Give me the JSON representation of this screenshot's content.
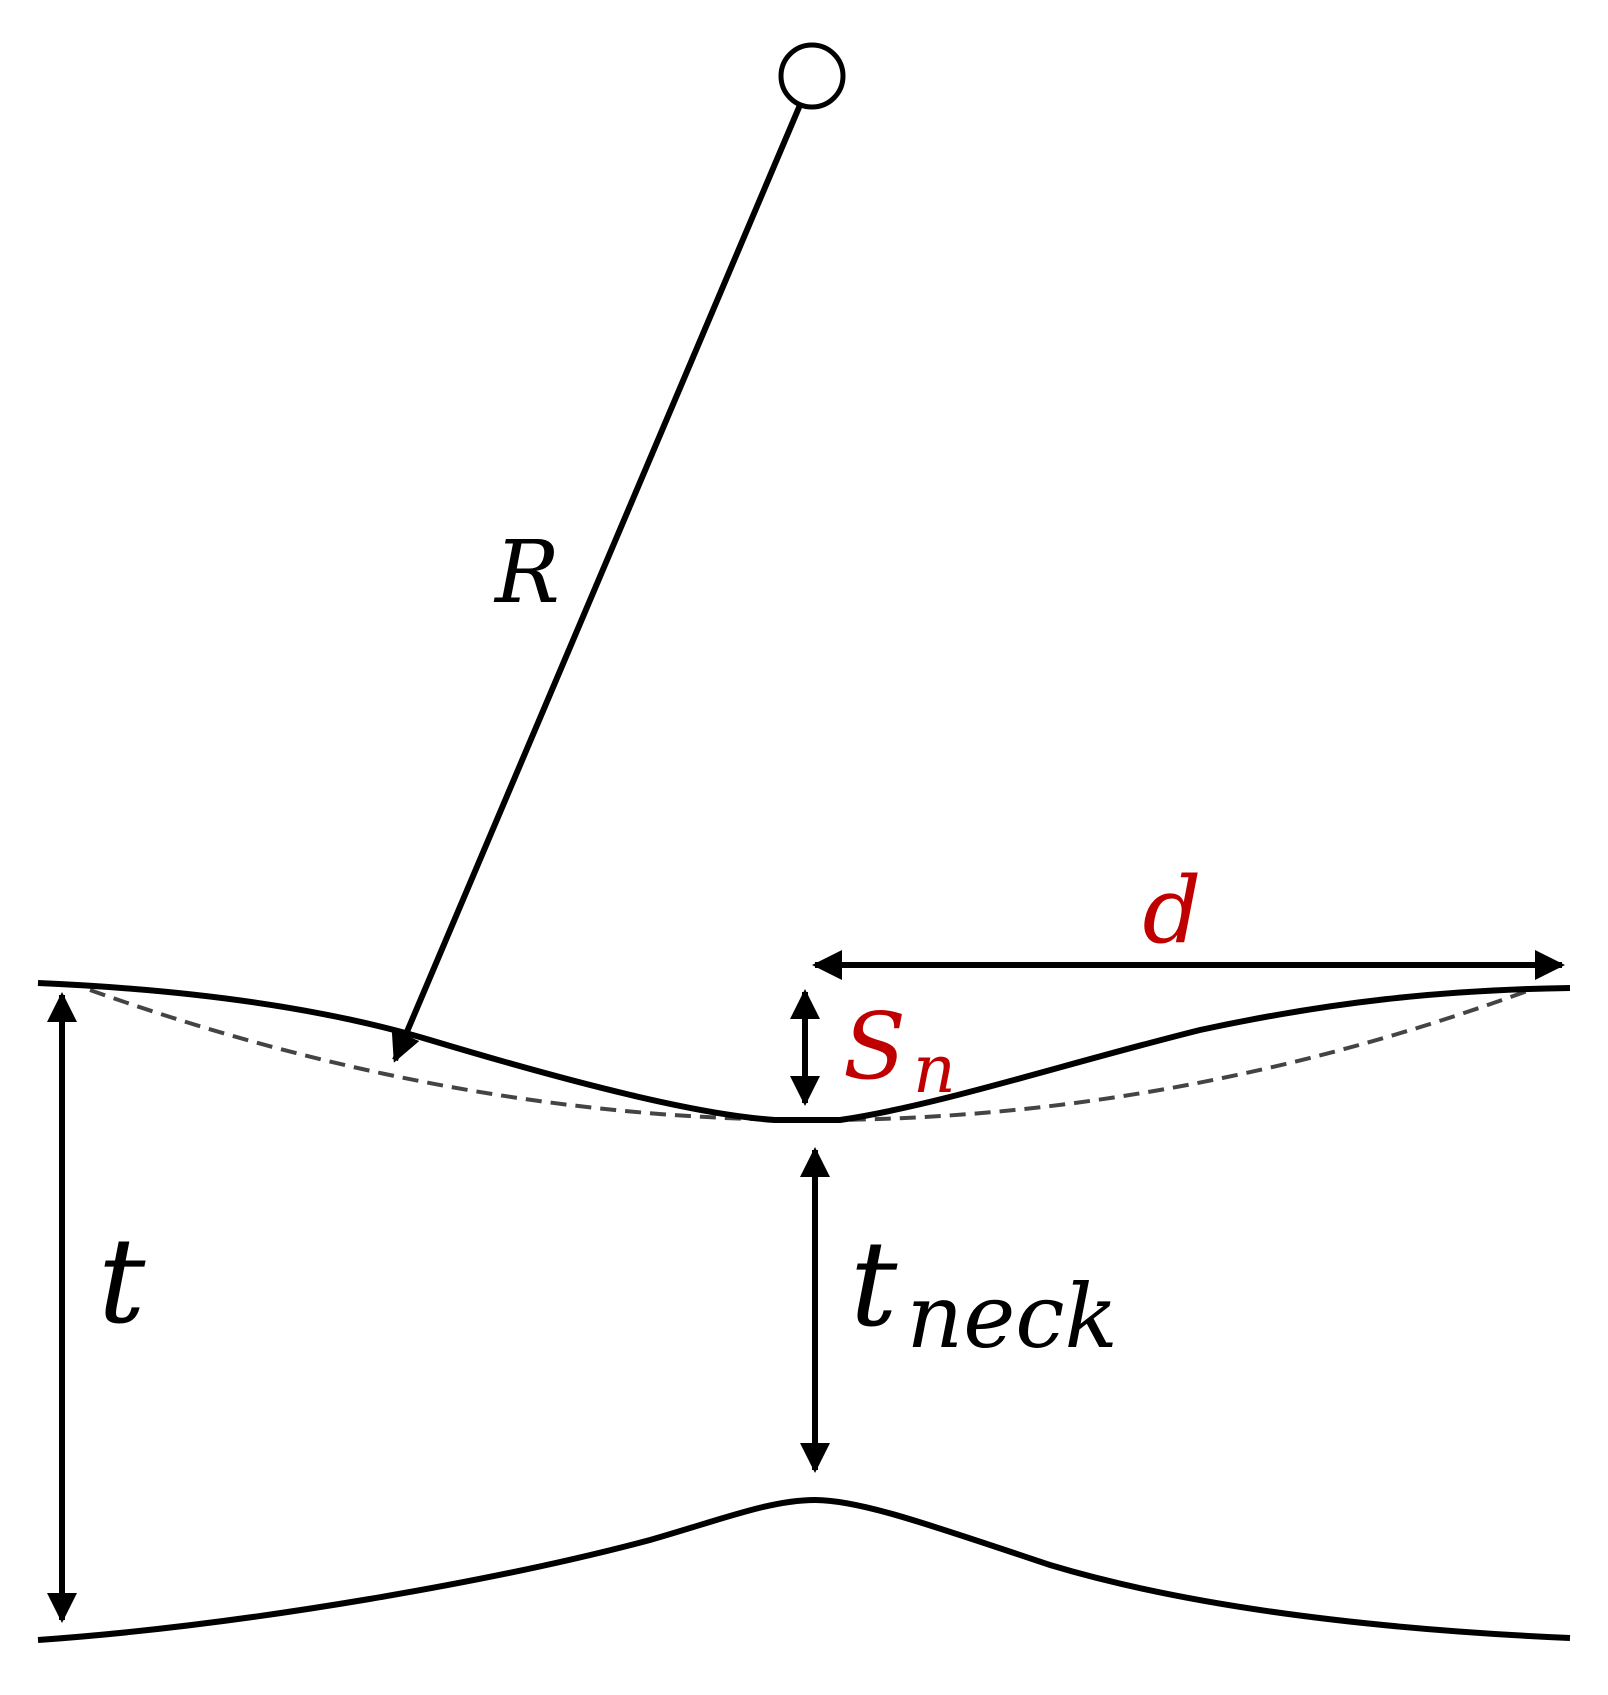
{
  "labels": {
    "radius": "R",
    "distance": "d",
    "sag_main": "S",
    "sag_sub": "n",
    "thickness": "t",
    "neck_main": "t",
    "neck_sub": "neck"
  },
  "colors": {
    "stroke": "#000000",
    "dashed": "#444444",
    "accent_red": "#c00000"
  }
}
